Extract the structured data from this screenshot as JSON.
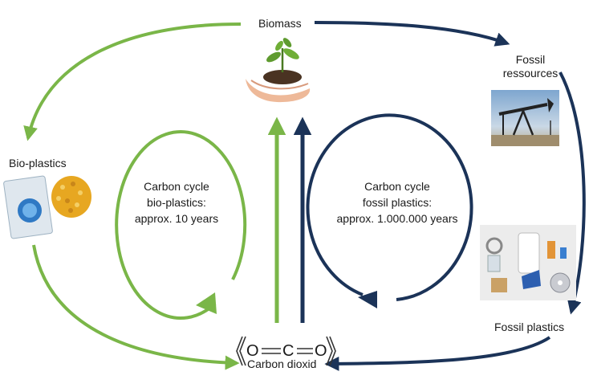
{
  "nodes": {
    "biomass": "Biomass",
    "fossil_resources_line1": "Fossil",
    "fossil_resources_line2": "ressources",
    "bioplastics": "Bio-plastics",
    "fossil_plastics": "Fossil plastics",
    "carbon_dioxide": "Carbon dioxid"
  },
  "cycles": {
    "bio": {
      "line1": "Carbon cycle",
      "line2": "bio-plastics:",
      "line3": "approx. 10 years"
    },
    "fossil": {
      "line1": "Carbon cycle",
      "line2": "fossil plastics:",
      "line3": "approx. 1.000.000 years"
    }
  },
  "molecule": {
    "o_left": "O",
    "c": "C",
    "o_right": "O"
  },
  "colors": {
    "bio_green": "#7ab648",
    "fossil_navy": "#1b3358"
  },
  "icons": [
    "plant-in-hand-icon",
    "oil-pump-photo-icon",
    "bioplastic-package-icon",
    "pellets-icon",
    "plastic-items-photo-icon"
  ]
}
